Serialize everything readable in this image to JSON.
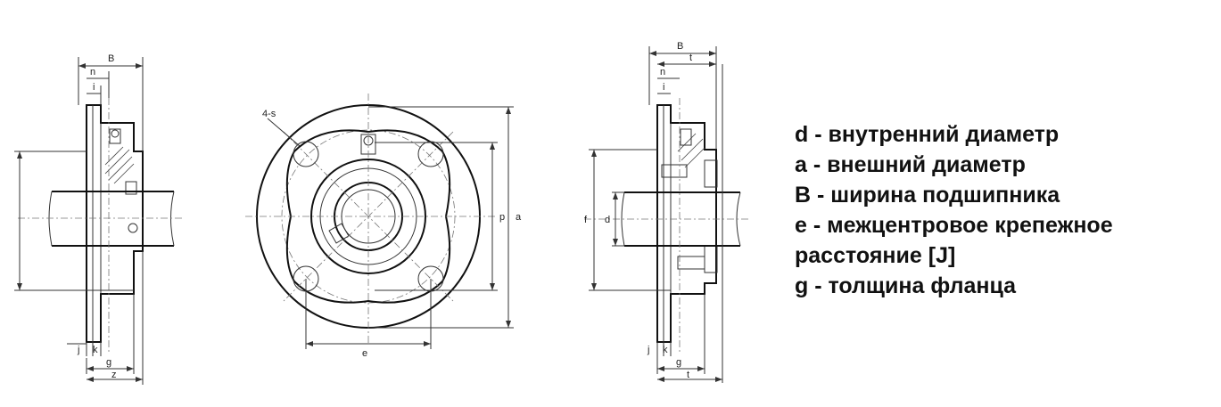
{
  "labels": {
    "b": "B",
    "n": "n",
    "i": "i",
    "j": "j",
    "k": "k",
    "g": "g",
    "z": "z",
    "t": "t",
    "d": "d",
    "f": "f",
    "p": "p",
    "a": "a",
    "e": "e",
    "holes": "4-s"
  },
  "legend": [
    "d - внутренний диаметр",
    "a - внешний диаметр",
    "B - ширина подшипника",
    "e - межцентровое крепежное",
    "расстояние [J]",
    "g - толщина фланца"
  ]
}
